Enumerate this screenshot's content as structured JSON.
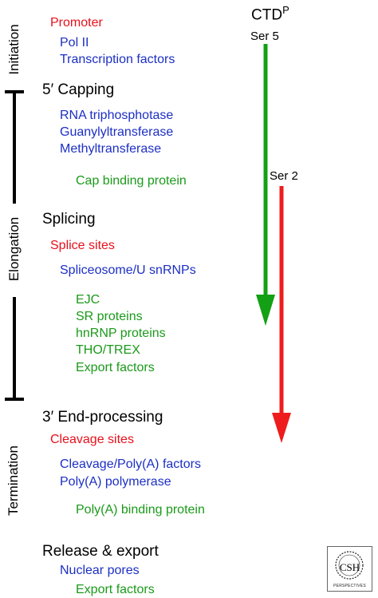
{
  "stages": {
    "initiation": "Initiation",
    "elongation": "Elongation",
    "termination": "Termination"
  },
  "initiation": {
    "promoter": "Promoter",
    "pol2": "Pol II",
    "tf": "Transcription factors"
  },
  "capping": {
    "title": "5′ Capping",
    "rna_tp": "RNA triphosphotase",
    "guan": "Guanylyltransferase",
    "methyl": "Methyltransferase",
    "cbp": "Cap binding protein"
  },
  "splicing": {
    "title": "Splicing",
    "sites": "Splice sites",
    "spliceosome": "Spliceosome/U snRNPs",
    "ejc": "EJC",
    "sr": "SR proteins",
    "hnrnp": "hnRNP proteins",
    "tho": "THO/TREX",
    "export": "Export factors"
  },
  "endproc": {
    "title": "3′ End-processing",
    "cleavage_sites": "Cleavage sites",
    "cpa": "Cleavage/Poly(A) factors",
    "polya_pol": "Poly(A) polymerase",
    "pabp": "Poly(A) binding protein"
  },
  "release": {
    "title": "Release & export",
    "pores": "Nuclear pores",
    "export": "Export factors"
  },
  "ctd": {
    "label": "CTD",
    "sup": "P",
    "ser5": "Ser 5",
    "ser2": "Ser 2"
  },
  "logo": {
    "csh": "CSH",
    "text": "PERSPECTIVES"
  },
  "colors": {
    "ser5_arrow": "#14a014",
    "ser2_arrow": "#ee1c1c",
    "red_text": "#e8101b",
    "blue_text": "#1c2fc4",
    "green_text": "#1a9a1a"
  }
}
